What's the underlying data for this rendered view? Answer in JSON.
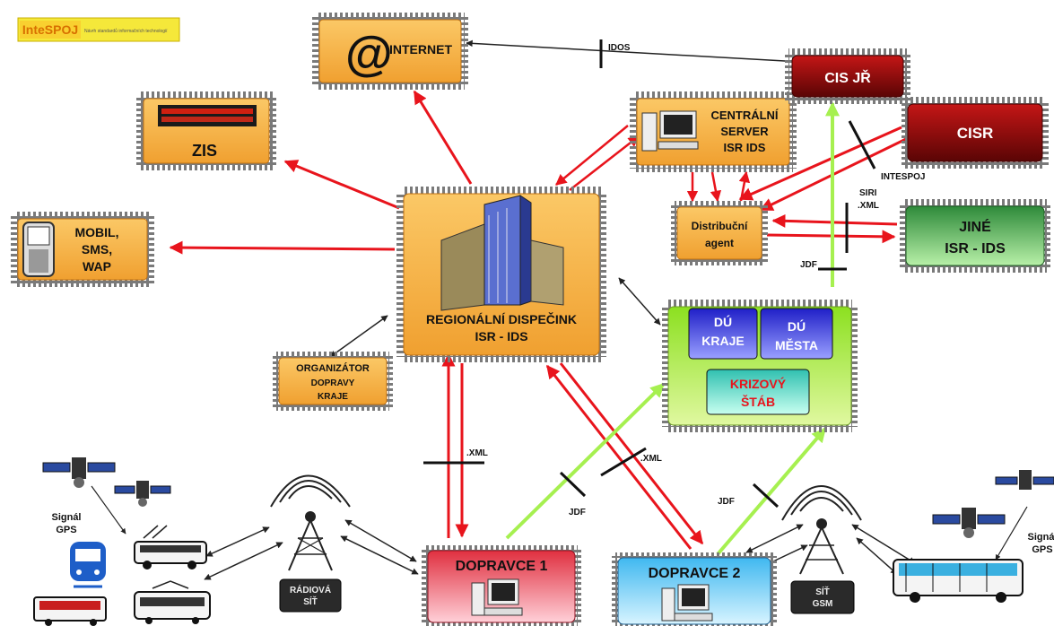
{
  "logo": {
    "text": "InteSPOJ",
    "caption": "Návrh standardů informačních technologií"
  },
  "nodes": {
    "internet": "INTERNET",
    "zis": "ZIS",
    "mobil": [
      "MOBIL,",
      "SMS,",
      "WAP"
    ],
    "centralni_server": [
      "CENTRÁLNÍ",
      "SERVER",
      "ISR IDS"
    ],
    "cis_jr": "CIS JŘ",
    "cisr": "CISR",
    "jine": [
      "JINÉ",
      "ISR - IDS"
    ],
    "distribucni": [
      "Distribuční",
      "agent"
    ],
    "regionalni": [
      "REGIONÁLNÍ  DISPEČINK",
      "ISR - IDS"
    ],
    "organizator": [
      "ORGANIZÁTOR",
      "DOPRAVY",
      "KRAJE"
    ],
    "du_kraje": [
      "DÚ",
      "KRAJE"
    ],
    "du_mesta": [
      "DÚ",
      "MĚSTA"
    ],
    "krizovy": [
      "KRIZOVÝ",
      "ŠTÁB"
    ],
    "dopravce1": "DOPRAVCE 1",
    "dopravce2": "DOPRAVCE 2",
    "radiova": [
      "RÁDIOVÁ",
      "SÍŤ"
    ],
    "sit_gsm": [
      "SÍŤ",
      "GSM"
    ],
    "signal_left": [
      "Signál",
      "GPS"
    ],
    "signal_right": [
      "Signál",
      "GPS"
    ]
  },
  "protocols": {
    "idos": "IDOS",
    "intespoj": "INTESPOJ",
    "siri_xml": [
      "SIRI",
      ".XML"
    ],
    "jdf_right": "JDF",
    "xml_left": ".XML",
    "xml_mid": ".XML",
    "jdf_left": "JDF",
    "jdf_mid": "JDF"
  },
  "colors": {
    "orange": "#f8b040",
    "red_link": "#e8141c",
    "green_link": "#a6f050",
    "dark_red": "#8b0a0a",
    "green_box": "#2f9a3c",
    "blue_box": "#3a3ad8"
  }
}
